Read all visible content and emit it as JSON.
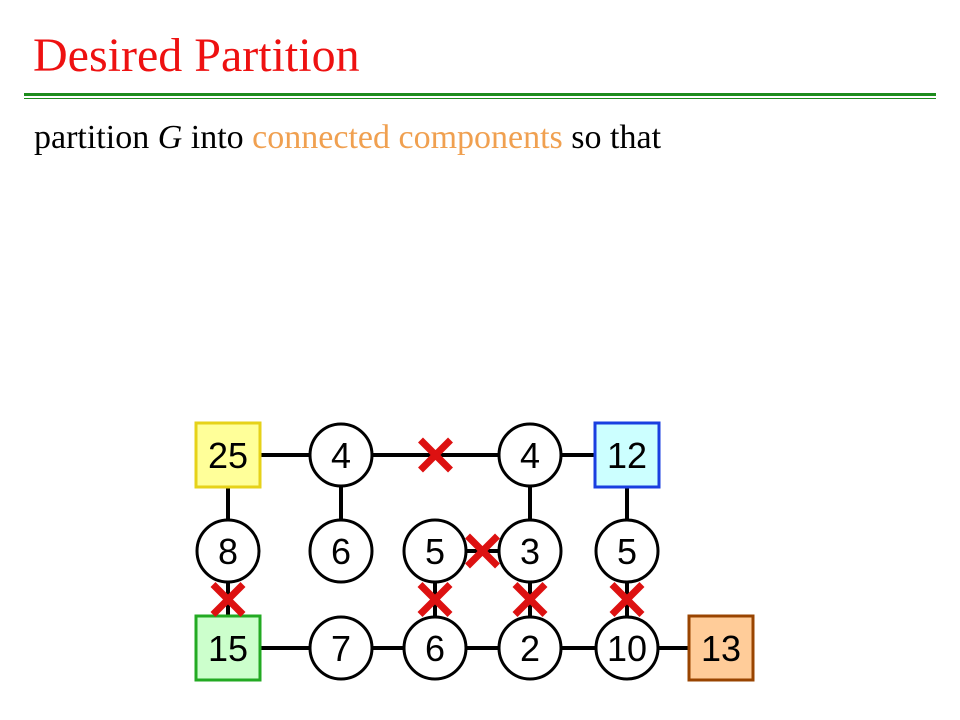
{
  "slide": {
    "title": "Desired Partition",
    "subtitle": {
      "pre": "partition ",
      "var": "G",
      "mid": " into ",
      "highlight": "connected components",
      "post": " so that"
    }
  },
  "colors": {
    "title": "#ee1111",
    "rule": "#1d8c1d",
    "highlight": "#f0a050",
    "cut": "#dd1111"
  },
  "graph": {
    "nodes": [
      {
        "id": "n25",
        "label": "25",
        "shape": "square",
        "fill": "#ffff99",
        "stroke": "#e6d219"
      },
      {
        "id": "n4a",
        "label": "4",
        "shape": "circle"
      },
      {
        "id": "n4b",
        "label": "4",
        "shape": "circle"
      },
      {
        "id": "n12",
        "label": "12",
        "shape": "square",
        "fill": "#ccffff",
        "stroke": "#1a3fe0"
      },
      {
        "id": "n8",
        "label": "8",
        "shape": "circle"
      },
      {
        "id": "n6a",
        "label": "6",
        "shape": "circle"
      },
      {
        "id": "n5a",
        "label": "5",
        "shape": "circle"
      },
      {
        "id": "n3",
        "label": "3",
        "shape": "circle"
      },
      {
        "id": "n5b",
        "label": "5",
        "shape": "circle"
      },
      {
        "id": "n15",
        "label": "15",
        "shape": "square",
        "fill": "#ccffcc",
        "stroke": "#22aa22"
      },
      {
        "id": "n7",
        "label": "7",
        "shape": "circle"
      },
      {
        "id": "n6b",
        "label": "6",
        "shape": "circle"
      },
      {
        "id": "n2",
        "label": "2",
        "shape": "circle"
      },
      {
        "id": "n10",
        "label": "10",
        "shape": "circle"
      },
      {
        "id": "n13",
        "label": "13",
        "shape": "square",
        "fill": "#ffcc99",
        "stroke": "#994400"
      }
    ],
    "edges": [
      {
        "from": "n25",
        "to": "n4a",
        "cut": false
      },
      {
        "from": "n4a",
        "to": "n4b",
        "cut": true
      },
      {
        "from": "n4b",
        "to": "n12",
        "cut": false
      },
      {
        "from": "n25",
        "to": "n8",
        "cut": false
      },
      {
        "from": "n4a",
        "to": "n6a",
        "cut": false
      },
      {
        "from": "n4b",
        "to": "n3",
        "cut": false
      },
      {
        "from": "n12",
        "to": "n5b",
        "cut": false
      },
      {
        "from": "n5a",
        "to": "n3",
        "cut": true
      },
      {
        "from": "n8",
        "to": "n15",
        "cut": true
      },
      {
        "from": "n5a",
        "to": "n6b",
        "cut": true
      },
      {
        "from": "n3",
        "to": "n2",
        "cut": true
      },
      {
        "from": "n5b",
        "to": "n10",
        "cut": true
      },
      {
        "from": "n15",
        "to": "n7",
        "cut": false
      },
      {
        "from": "n7",
        "to": "n6b",
        "cut": false
      },
      {
        "from": "n6b",
        "to": "n2",
        "cut": false
      },
      {
        "from": "n2",
        "to": "n10",
        "cut": false
      },
      {
        "from": "n10",
        "to": "n13",
        "cut": false
      }
    ]
  }
}
